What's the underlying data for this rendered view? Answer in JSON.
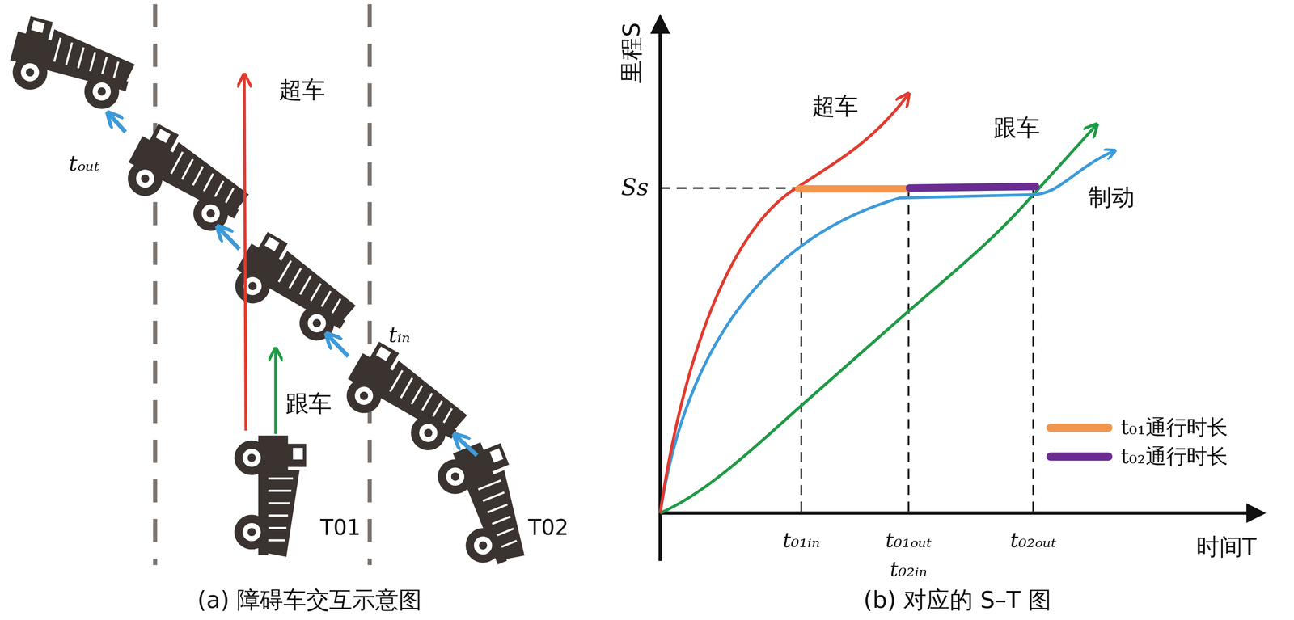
{
  "diagram": {
    "labels": [
      "超车",
      "跟车",
      "tₒᵤₜ",
      "tᵢₙ",
      "T01",
      "T02",
      "(a) 障碍车交互示意图",
      "里程S",
      "Ss",
      "超车",
      "跟车",
      "制动",
      "t₀₁ᵢₙ",
      "t₀₁ₒᵤₜ",
      "t₀₂ᵢₙ",
      "t₀₂ₒᵤₜ",
      "时间T",
      "(b) 对应的 S–T 图"
    ],
    "legend": [
      {
        "text": "t₀₁通行时长",
        "color": "#f0964e"
      },
      {
        "text": "t₀₂通行时长",
        "color": "#6a2c91"
      }
    ]
  }
}
